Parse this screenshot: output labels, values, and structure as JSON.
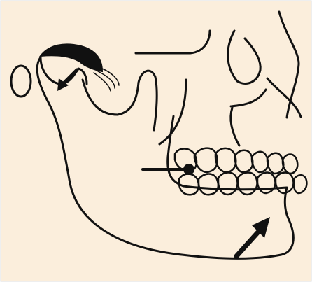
{
  "figure": {
    "background_color": "#fbeedc",
    "line_color": "#111111",
    "fill_color": "#ffffff",
    "arrows": [
      {
        "name": "condyle-arrow",
        "direction": "down-left"
      },
      {
        "name": "teeth-contact-arrow",
        "direction": "right"
      },
      {
        "name": "jaw-force-arrow",
        "direction": "up-right"
      }
    ]
  }
}
